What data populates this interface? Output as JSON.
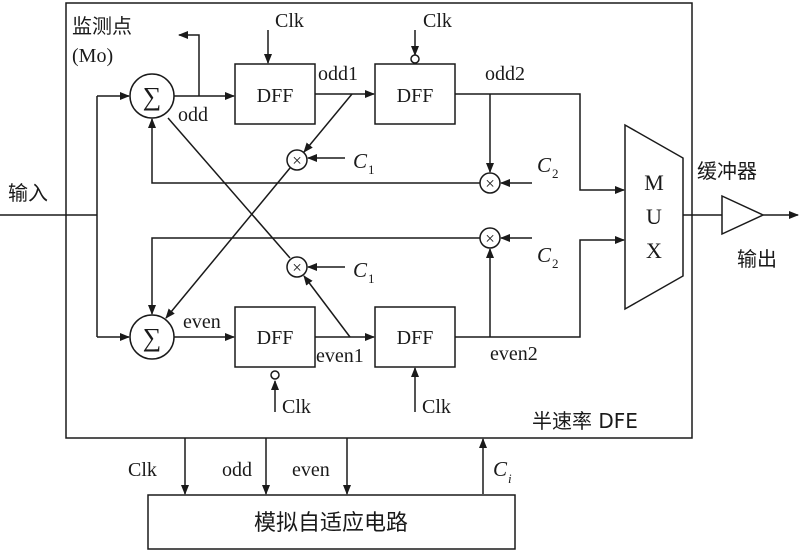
{
  "labels": {
    "monitor": "监测点",
    "monitor_sub": "(Mo)",
    "input": "输入",
    "output": "输出",
    "buffer": "缓冲器",
    "dfe_title": "半速率 DFE",
    "adapt": "模拟自适应电路",
    "mux_m": "M",
    "mux_u": "U",
    "mux_x": "X",
    "dff": "DFF",
    "clk": "Clk",
    "odd": "odd",
    "odd1": "odd1",
    "odd2": "odd2",
    "even": "even",
    "even1": "even1",
    "even2": "even2",
    "sum": "∑",
    "mult": "×",
    "c_sym": "C",
    "c1_sub": "1",
    "c2_sub": "2",
    "ci_sub": "i"
  },
  "colors": {
    "stroke": "#1a1a1a",
    "background": "#ffffff"
  }
}
